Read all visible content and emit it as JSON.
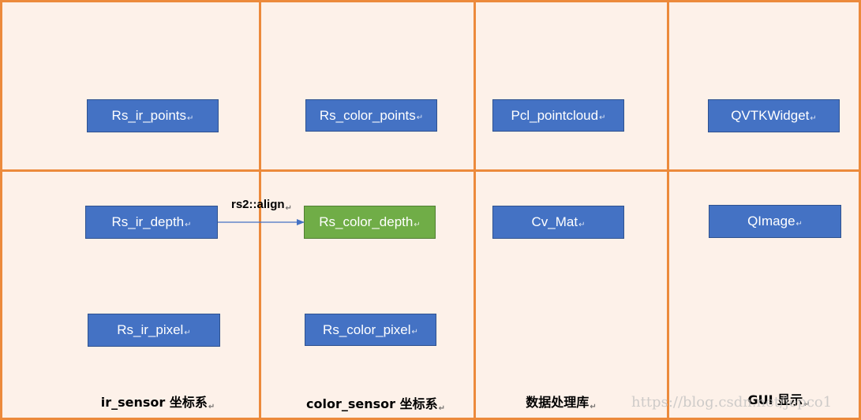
{
  "boxes": {
    "rs_ir_points": "Rs_ir_points",
    "rs_color_points": "Rs_color_points",
    "pcl_pointcloud": "Pcl_pointcloud",
    "qvtkwidget": "QVTKWidget",
    "rs_ir_depth": "Rs_ir_depth",
    "rs_color_depth": "Rs_color_depth",
    "cv_mat": "Cv_Mat",
    "qimage": "QImage",
    "rs_ir_pixel": "Rs_ir_pixel",
    "rs_color_pixel": "Rs_color_pixel"
  },
  "arrow_label": "rs2::align",
  "columns": {
    "ir_sensor": "ir_sensor 坐标系",
    "color_sensor": "color_sensor 坐标系",
    "data_library": "数据处理库",
    "gui": "GUI 显示"
  },
  "paragraph_mark": "↵",
  "watermark": "https://blog.csdn.net/jepco1",
  "colors": {
    "grid_border": "#ec8a3c",
    "background": "#fdf1e9",
    "box_blue": "#4472c4",
    "box_green": "#70ad47",
    "arrow": "#4472c4"
  }
}
